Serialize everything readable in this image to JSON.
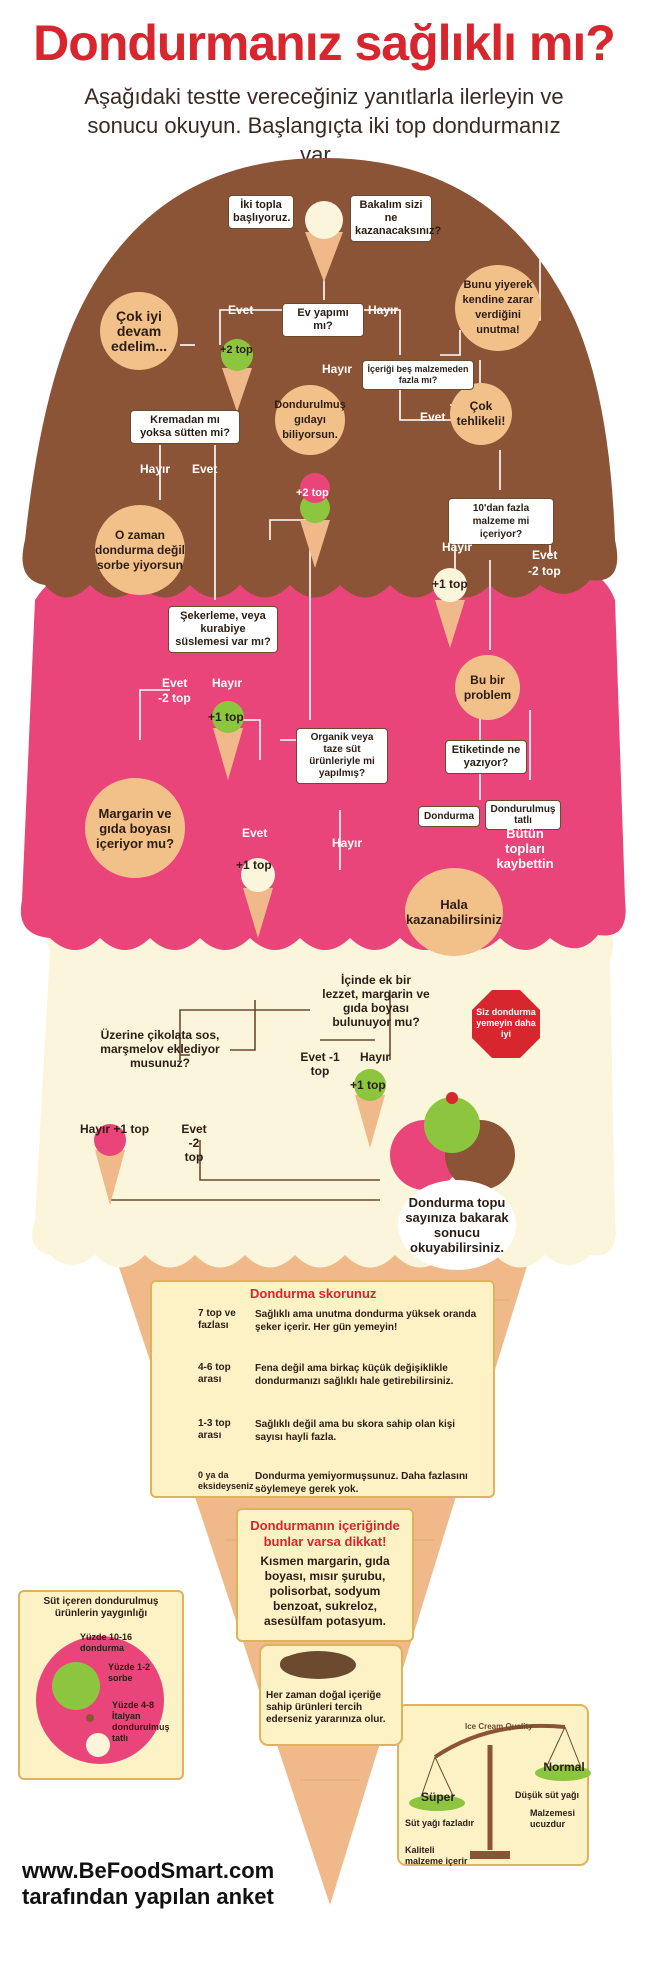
{
  "header": {
    "title": "Dondurmanız sağlıklı mı?",
    "subtitle": "Aşağıdaki testte vereceğiniz yanıtlarla ilerleyin ve sonucu okuyun. Başlangıçta iki top dondurmanız var..."
  },
  "nodes": {
    "start": "İki topla başlıyoruz.",
    "seewhat": "Bakalım sizi ne kazanacaksınız?",
    "homemade": "Ev yapımı mı?",
    "goodjob": "Çok iyi devam edelim...",
    "cream_or_milk": "Kremadan mı yoksa sütten mi?",
    "five_ingredients": "İçeriği beş malzemeden fazla mı?",
    "dont_know_harm": "Bunu yiyerek kendine zarar verdiğini unutma!",
    "know_frozen": "Dondurulmuş gıdayı biliyorsun.",
    "very_dangerous": "Çok tehlikeli!",
    "ten_ingredients": "10'dan fazla malzeme mi içeriyor?",
    "sorbet": "O zaman dondurma değil sorbe yiyorsun",
    "candy_topping": "Şekerleme, veya kurabiye süslemesi var mı?",
    "problem": "Bu bir problem",
    "label_says": "Etiketinde ne yazıyor?",
    "organic": "Organik veya taze süt ürünleriyle mi yapılmış?",
    "margarine_dye": "Margarin ve gıda boyası içeriyor mu?",
    "still_win": "Hala kazanabilirsiniz",
    "lost_all": "Bütün topları kaybettin",
    "stop_sign": "Siz dondurma yemeyin daha iyi",
    "extra_flavor": "İçinde ek bir lezzet, margarin ve gıda boyası bulunuyor mu?",
    "chocolate_sauce": "Üzerine çikolata sos, marşmelov eklediyor musunuz?",
    "result": "Dondurma topu sayınıza bakarak sonucu okuyabilirsiniz."
  },
  "labels": {
    "evet": "Evet",
    "hayir": "Hayır",
    "plus2": "+2 top",
    "plus1": "+1 top",
    "minus2": "-2 top",
    "minus1": "-1 top",
    "dondurma": "Dondurma",
    "dondurulmus_tatli": "Dondurulmuş tatlı",
    "evet_minus2": "Evet -2 top",
    "evet_minus1": "Evet -1 top",
    "hayir_plus1": "Hayır +1 top"
  },
  "score": {
    "title": "Dondurma skorunuz",
    "rows": [
      {
        "range": "7 top ve fazlası",
        "desc": "Sağlıklı ama unutma dondurma yüksek oranda şeker içerir. Her gün yemeyin!"
      },
      {
        "range": "4-6 top arası",
        "desc": "Fena değil ama birkaç küçük değişiklikle dondurmanızı sağlıklı hale getirebilirsiniz."
      },
      {
        "range": "1-3 top arası",
        "desc": "Sağlıklı değil ama bu skora sahip olan kişi sayısı hayli fazla."
      },
      {
        "range": "0 ya da eksideyseniz",
        "desc": "Dondurma yemiyormuşsunuz. Daha fazlasını söylemeye gerek yok."
      }
    ]
  },
  "warning": {
    "title": "Dondurmanın içeriğinde bunlar varsa dikkat!",
    "body": "Kısmen margarin, gıda boyası, mısır şurubu, polisorbat, sodyum benzoat, sukreloz, asesülfam potasyum."
  },
  "prevalence": {
    "title": "Süt içeren dondurulmuş ürünlerin yaygınlığı",
    "ice_cream": "Yüzde 10-16 dondurma",
    "sorbet": "Yüzde 1-2 sorbe",
    "italian": "Yüzde 4-8 İtalyan dondurulmuş tatlı"
  },
  "beaver": {
    "text": "Her zaman doğal içeriğe sahip ürünleri tercih ederseniz yararınıza olur."
  },
  "scale": {
    "brand": "Ice Cream Quality",
    "super": "Süper",
    "normal": "Normal",
    "super_notes": [
      "Süt yağı fazladır",
      "Kaliteli malzeme içerir"
    ],
    "normal_notes": [
      "Düşük süt yağı",
      "Malzemesi ucuzdur"
    ]
  },
  "footer": {
    "line1": "www.BeFoodSmart.com",
    "line2": "tarafından yapılan anket"
  },
  "colors": {
    "title_red": "#d7262d",
    "chocolate": "#8b5436",
    "strawberry": "#e9457a",
    "vanilla": "#fbf5dc",
    "cone": "#f0b98a",
    "scorebox": "#fdf1c6",
    "bubble": "#f2c089",
    "pistachio": "#8cc63f"
  }
}
